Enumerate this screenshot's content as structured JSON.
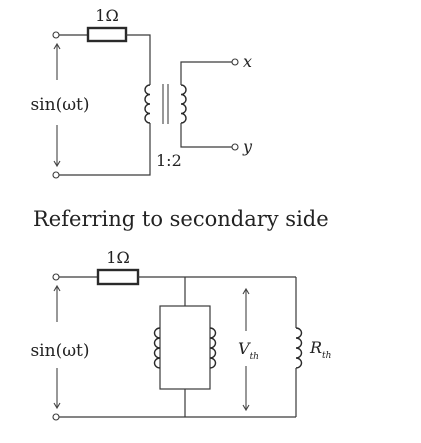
{
  "top_circuit": {
    "resistor_label": "1Ω",
    "source_label": "sin(ωt)",
    "ratio_label": "1:2",
    "terminal_x": "x",
    "terminal_y": "y"
  },
  "heading": "Referring to secondary side",
  "bottom_circuit": {
    "resistor_label": "1Ω",
    "source_label": "sin(ωt)",
    "vth_main": "V",
    "vth_sub": "th",
    "rth_main": "R",
    "rth_sub": "th"
  }
}
